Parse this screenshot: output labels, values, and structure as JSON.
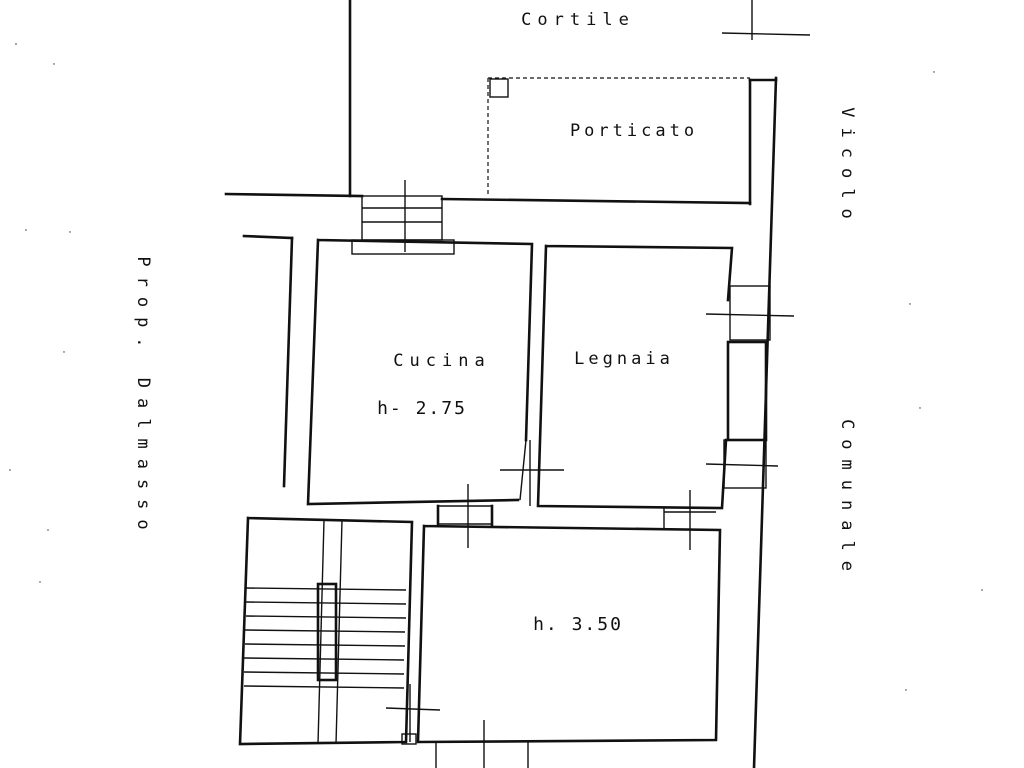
{
  "plan": {
    "labels": {
      "cortile": "Cortile",
      "porticato": "Porticato",
      "cucina": "Cucina",
      "cucina_height": "h- 2.75",
      "legnaia": "Legnaia",
      "room_height": "h. 3.50",
      "left_side": "Prop. Dalmasso",
      "right_top": "Vicolo",
      "right_bottom": "Comunale"
    },
    "colors": {
      "ink": "#111111",
      "paper": "#ffffff"
    }
  }
}
